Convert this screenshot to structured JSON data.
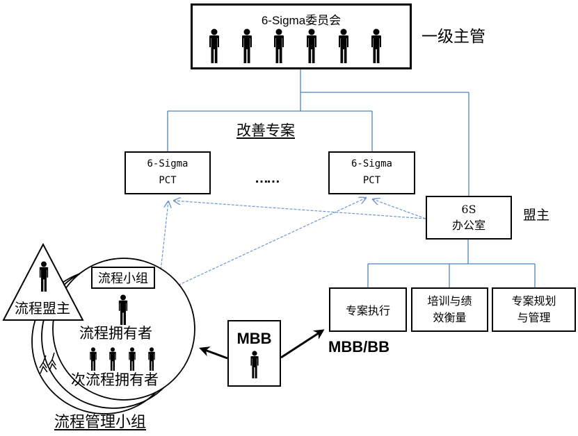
{
  "committee": {
    "title": "6-Sigma委员会",
    "member_count": 6,
    "level_label": "一级主管"
  },
  "improvement_projects": {
    "label": "改善专案",
    "pct_boxes": [
      {
        "line1": "6-Sigma",
        "line2": "PCT"
      },
      {
        "line1": "6-Sigma",
        "line2": "PCT"
      }
    ],
    "ellipsis": "……"
  },
  "office": {
    "line1": "6S",
    "line2": "办公室",
    "role_label": "盟主"
  },
  "office_functions": [
    {
      "line1": "专案执行",
      "line2": ""
    },
    {
      "line1": "培训与绩",
      "line2": "效衡量"
    },
    {
      "line1": "专案规划",
      "line2": "与管理"
    }
  ],
  "mbb": {
    "label": "MBB",
    "target_label": "MBB/BB"
  },
  "process_group": {
    "champion_label": "流程盟主",
    "team_label": "流程小组",
    "owner_label": "流程拥有者",
    "sub_owner_label": "次流程拥有者",
    "sub_owner_count": 4,
    "management_label": "流程管理小组"
  },
  "colors": {
    "connector": "#4f81bd",
    "dashed_arrow": "#6f96cc",
    "border": "#000000"
  }
}
